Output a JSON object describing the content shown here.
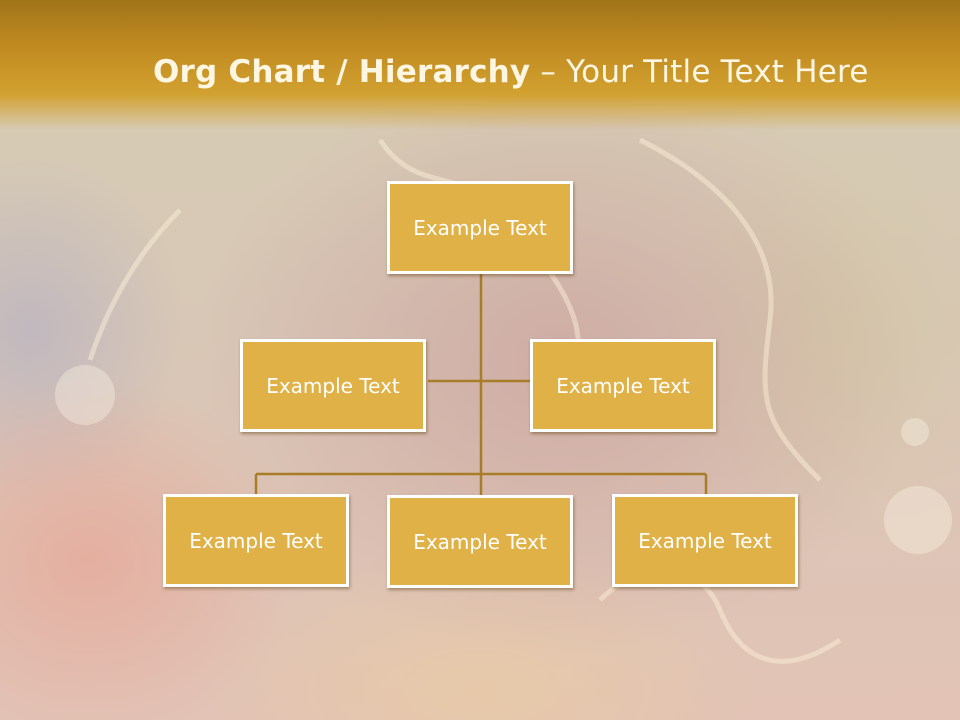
{
  "title": {
    "part1": "Org Chart / Hierarchy",
    "dash": " – ",
    "part2": "Your Title Text Here"
  },
  "org": {
    "root": "Example Text",
    "assistant_left": "Example Text",
    "assistant_right": "Example Text",
    "children": [
      "Example Text",
      "Example Text",
      "Example Text"
    ]
  },
  "colors": {
    "title_bar": "#c08a21",
    "box_fill": "#e0b146",
    "box_border": "#ffffff",
    "connector": "#a77d28",
    "text": "#ffffff"
  }
}
